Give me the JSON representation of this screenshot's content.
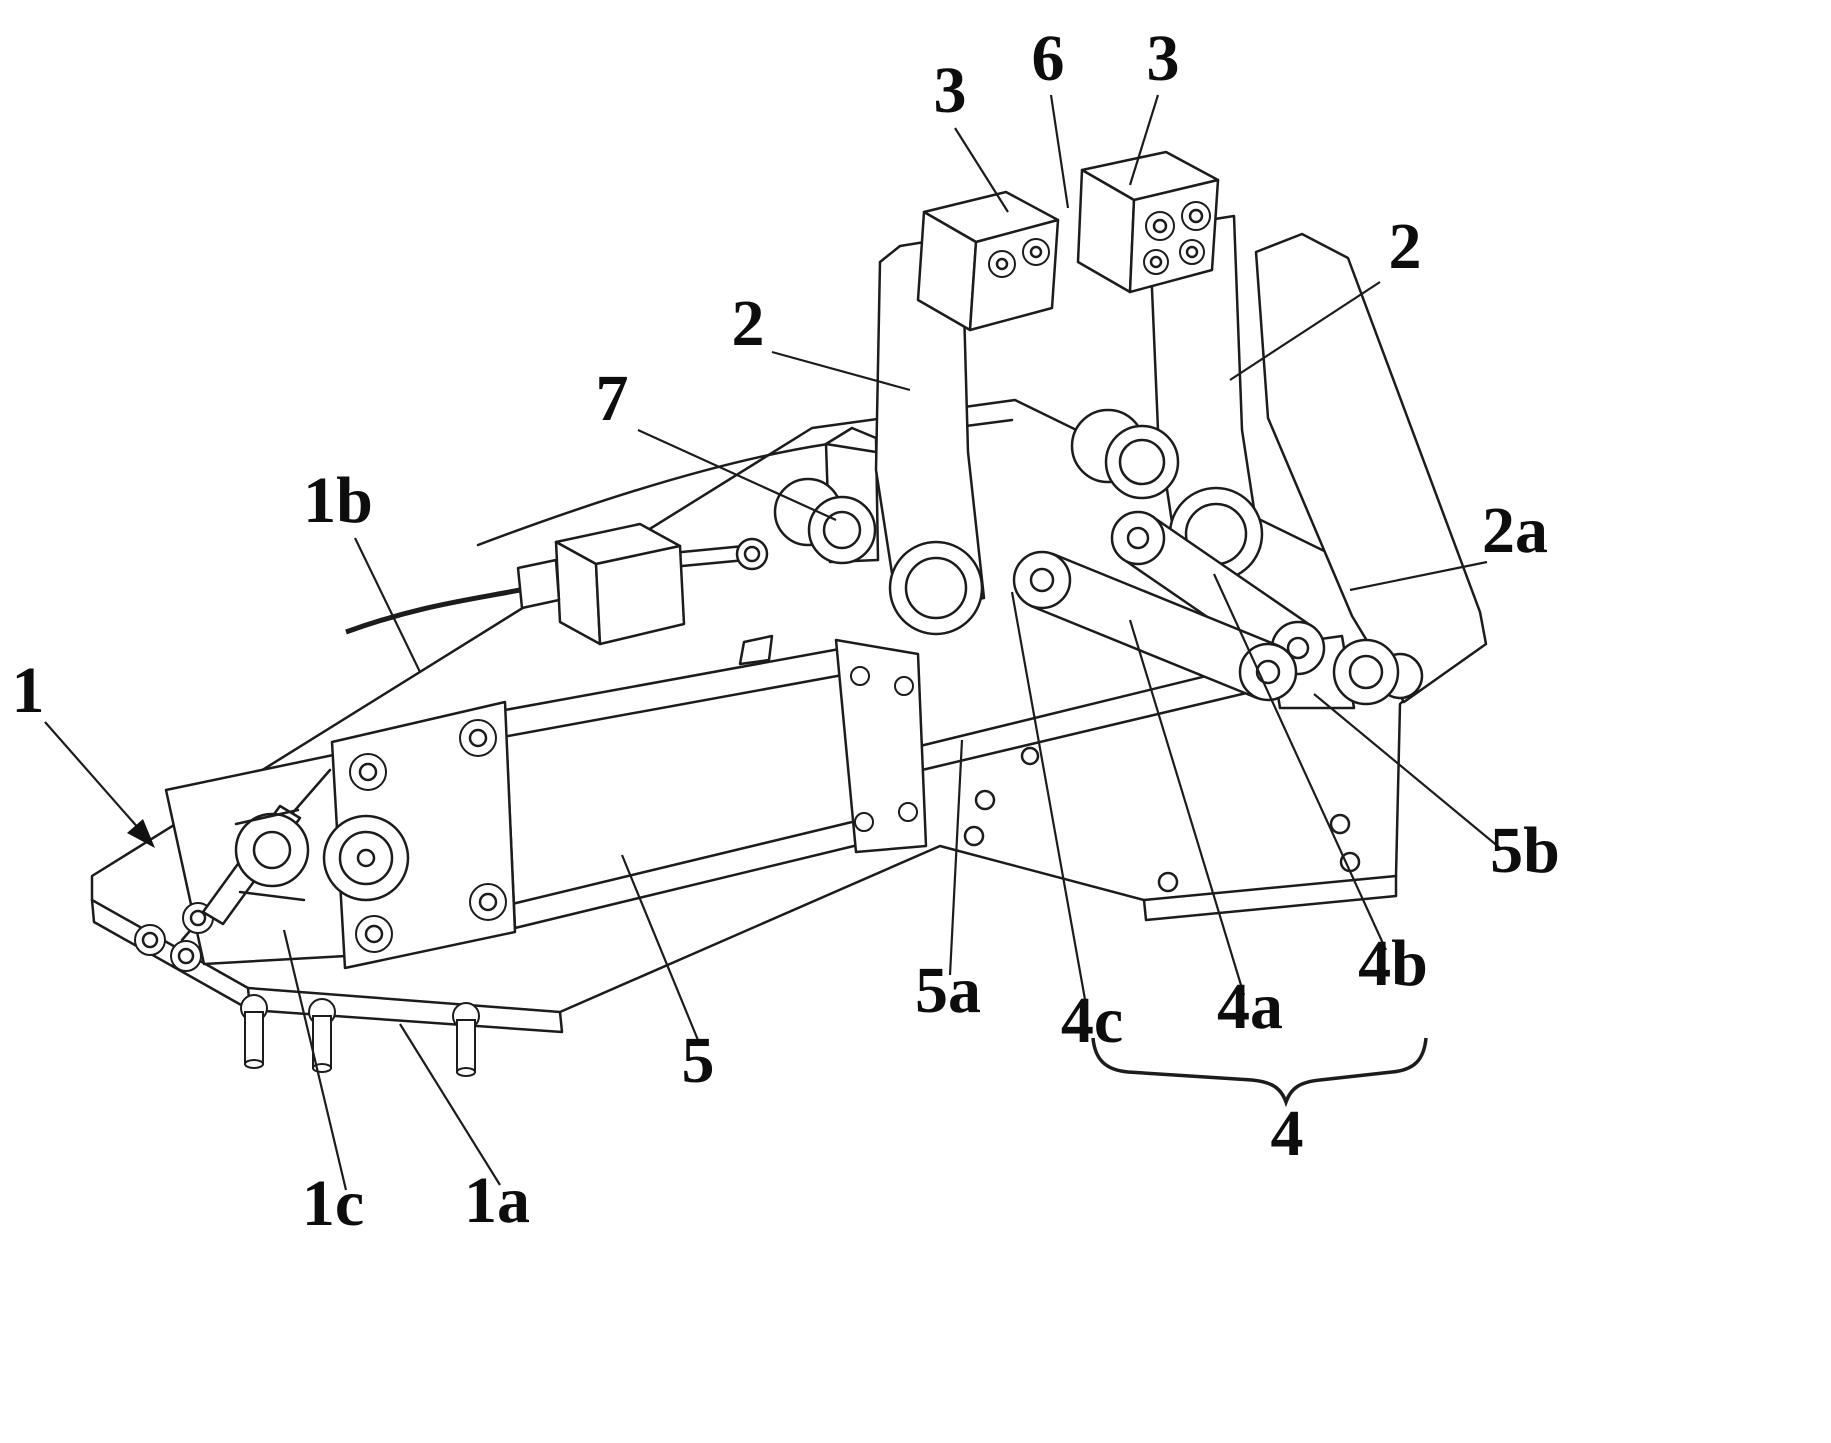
{
  "figure": {
    "kind": "patent-mechanical-diagram",
    "description": "Isometric patent-style line drawing of a pneumatic toggle clamp mechanism on a base plate with numbered reference labels and leader lines",
    "background": "#ffffff",
    "line_color": "#1c1c1c",
    "label_color": "#0d0d0d"
  },
  "labels": [
    {
      "name": "ref-3-upper-left",
      "text": "3"
    },
    {
      "name": "ref-6",
      "text": "6"
    },
    {
      "name": "ref-3-upper-right",
      "text": "3"
    },
    {
      "name": "ref-2-left",
      "text": "2"
    },
    {
      "name": "ref-2-right",
      "text": "2"
    },
    {
      "name": "ref-7",
      "text": "7"
    },
    {
      "name": "ref-1b",
      "text": "1b"
    },
    {
      "name": "ref-2a",
      "text": "2a"
    },
    {
      "name": "ref-1",
      "text": "1"
    },
    {
      "name": "ref-5b",
      "text": "5b"
    },
    {
      "name": "ref-4b",
      "text": "4b"
    },
    {
      "name": "ref-5a",
      "text": "5a"
    },
    {
      "name": "ref-4c",
      "text": "4c"
    },
    {
      "name": "ref-4a",
      "text": "4a"
    },
    {
      "name": "ref-5",
      "text": "5"
    },
    {
      "name": "ref-1c",
      "text": "1c"
    },
    {
      "name": "ref-1a",
      "text": "1a"
    },
    {
      "name": "ref-4",
      "text": "4"
    }
  ]
}
